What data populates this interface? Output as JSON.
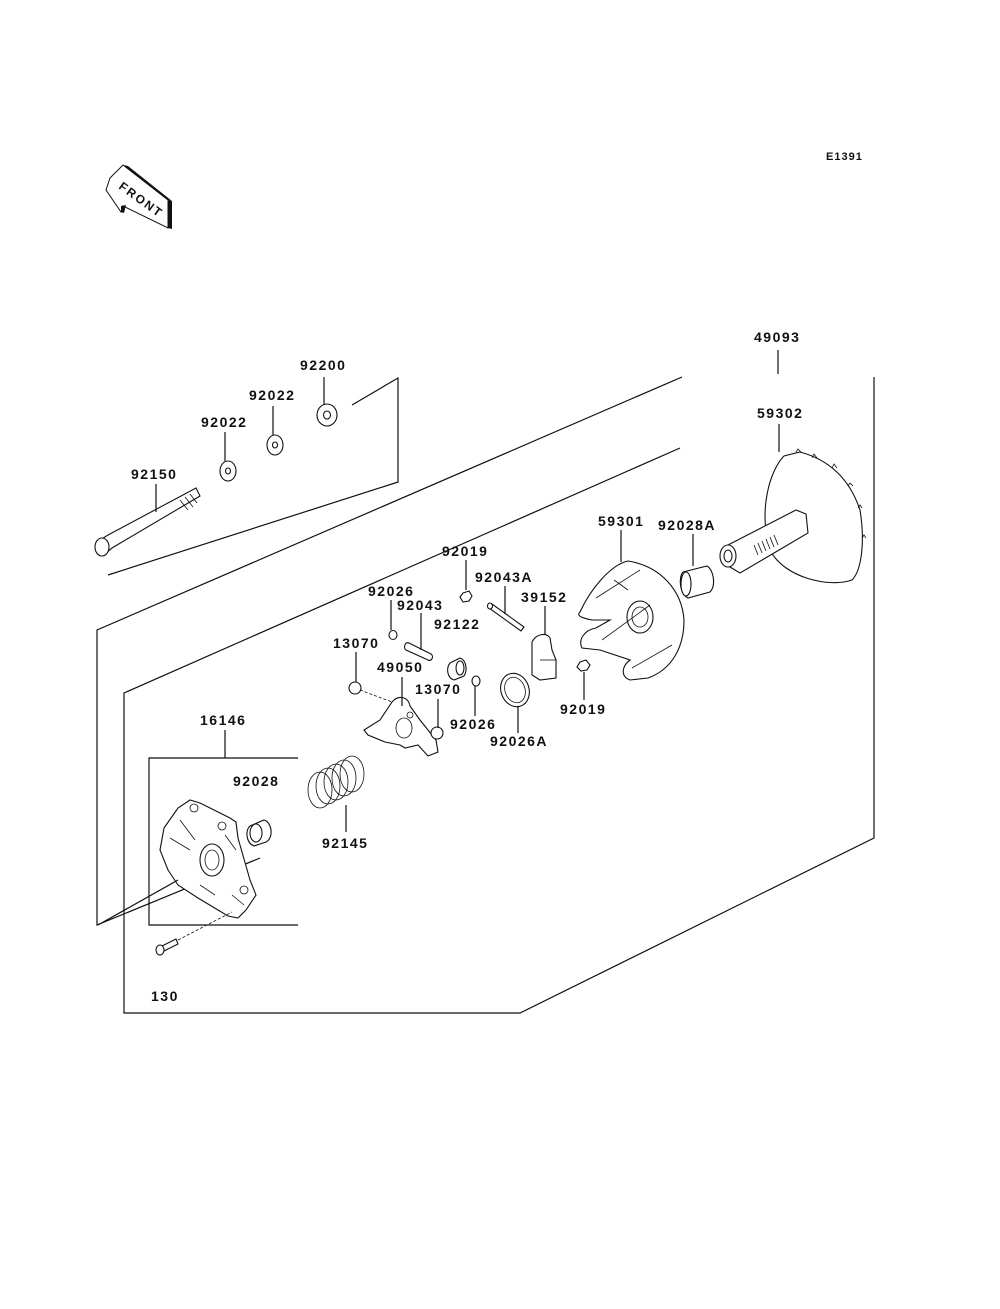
{
  "diagram": {
    "code": "E1391",
    "front_badge": "FRONT",
    "assembly_labels": {
      "drive_pulley_assy": "49093",
      "cover_assy": "16146",
      "bolt_130": "130"
    },
    "parts": [
      {
        "id": "p-92200",
        "label": "92200"
      },
      {
        "id": "p-92022-b",
        "label": "92022"
      },
      {
        "id": "p-92022-a",
        "label": "92022"
      },
      {
        "id": "p-92150",
        "label": "92150"
      },
      {
        "id": "p-49093",
        "label": "49093"
      },
      {
        "id": "p-59302",
        "label": "59302"
      },
      {
        "id": "p-59301",
        "label": "59301"
      },
      {
        "id": "p-92028A",
        "label": "92028A"
      },
      {
        "id": "p-92019-top",
        "label": "92019"
      },
      {
        "id": "p-92043A",
        "label": "92043A"
      },
      {
        "id": "p-39152",
        "label": "39152"
      },
      {
        "id": "p-92026-top",
        "label": "92026"
      },
      {
        "id": "p-92043",
        "label": "92043"
      },
      {
        "id": "p-92122",
        "label": "92122"
      },
      {
        "id": "p-13070-a",
        "label": "13070"
      },
      {
        "id": "p-49050",
        "label": "49050"
      },
      {
        "id": "p-13070-b",
        "label": "13070"
      },
      {
        "id": "p-92026-mid",
        "label": "92026"
      },
      {
        "id": "p-92026A",
        "label": "92026A"
      },
      {
        "id": "p-92019-right",
        "label": "92019"
      },
      {
        "id": "p-16146",
        "label": "16146"
      },
      {
        "id": "p-92028",
        "label": "92028"
      },
      {
        "id": "p-92145",
        "label": "92145"
      },
      {
        "id": "p-130",
        "label": "130"
      }
    ]
  }
}
